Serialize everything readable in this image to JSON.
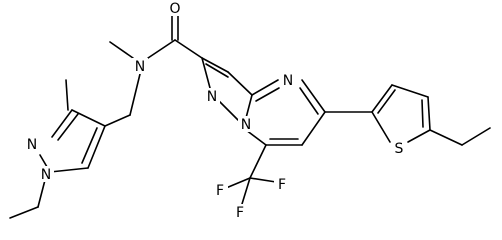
{
  "molecule": {
    "atom_labels": {
      "o_carbonyl": "O",
      "n_amide": "N",
      "n_pyrazole1_a": "N",
      "n_pyrazole1_b": "N",
      "n_pyrazolo_a": "N",
      "n_pyrazolo_b": "N",
      "n_pyrimidine": "N",
      "s_thiophene": "S",
      "f_1": "F",
      "f_2": "F",
      "f_3": "F"
    }
  }
}
